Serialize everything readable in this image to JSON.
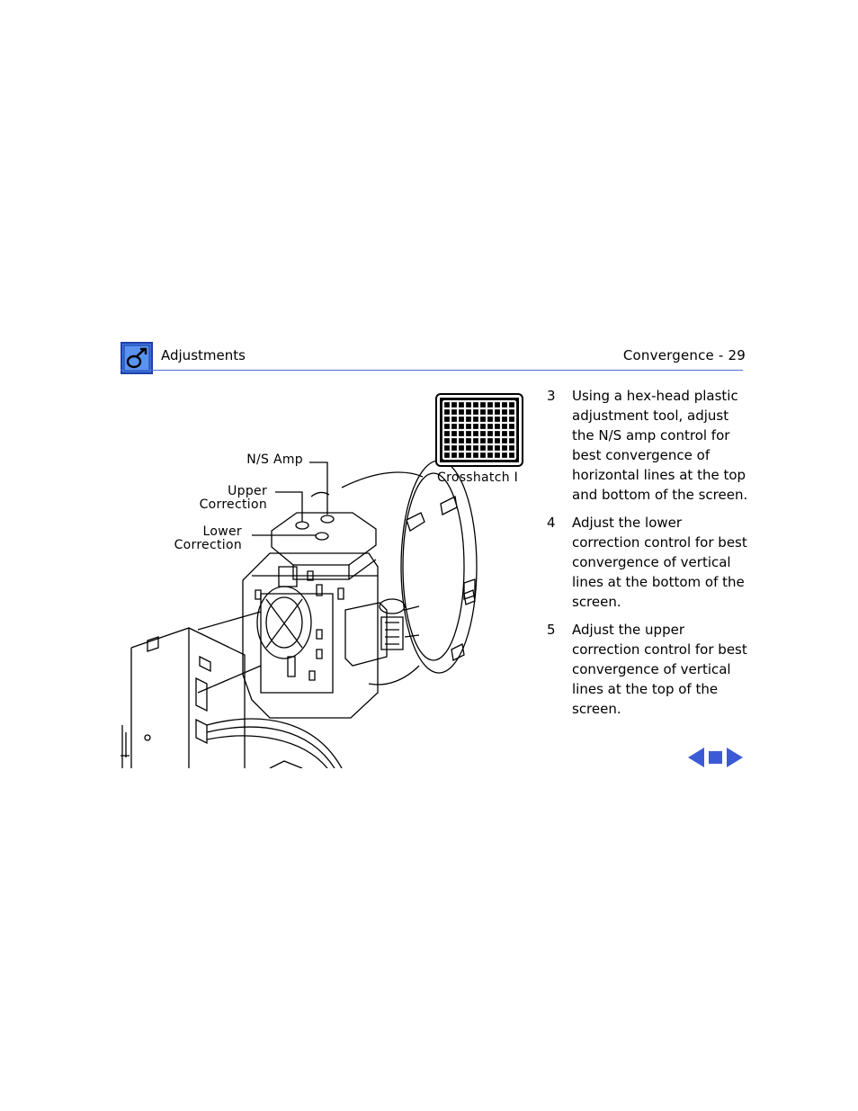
{
  "header": {
    "section_title": "Adjustments",
    "page_label": "Convergence - 29",
    "icon": "apple-service-manual-icon",
    "rule_color": "#4d6fd8"
  },
  "illustration": {
    "subject": "crt-yoke-convergence-assembly",
    "callouts": {
      "ns_amp": "N/S Amp",
      "upper_correction": "Upper\nCorrection",
      "lower_correction": "Lower\nCorrection"
    },
    "crosshatch_label": "Crosshatch I"
  },
  "steps": [
    {
      "number": "3",
      "text": "Using a hex-head plastic adjustment tool, adjust the N/S amp control for best convergence of horizontal lines at the top and bottom of the screen."
    },
    {
      "number": "4",
      "text": "Adjust the lower correction control for best convergence of vertical lines at the bottom of the screen."
    },
    {
      "number": "5",
      "text": "Adjust the upper correction control for best convergence of vertical lines at the top of the screen."
    }
  ],
  "navigation": {
    "accent": "#3b5bd6",
    "prev": "previous-page-arrow-icon",
    "stop": "stop-square-icon",
    "next": "next-page-arrow-icon"
  }
}
